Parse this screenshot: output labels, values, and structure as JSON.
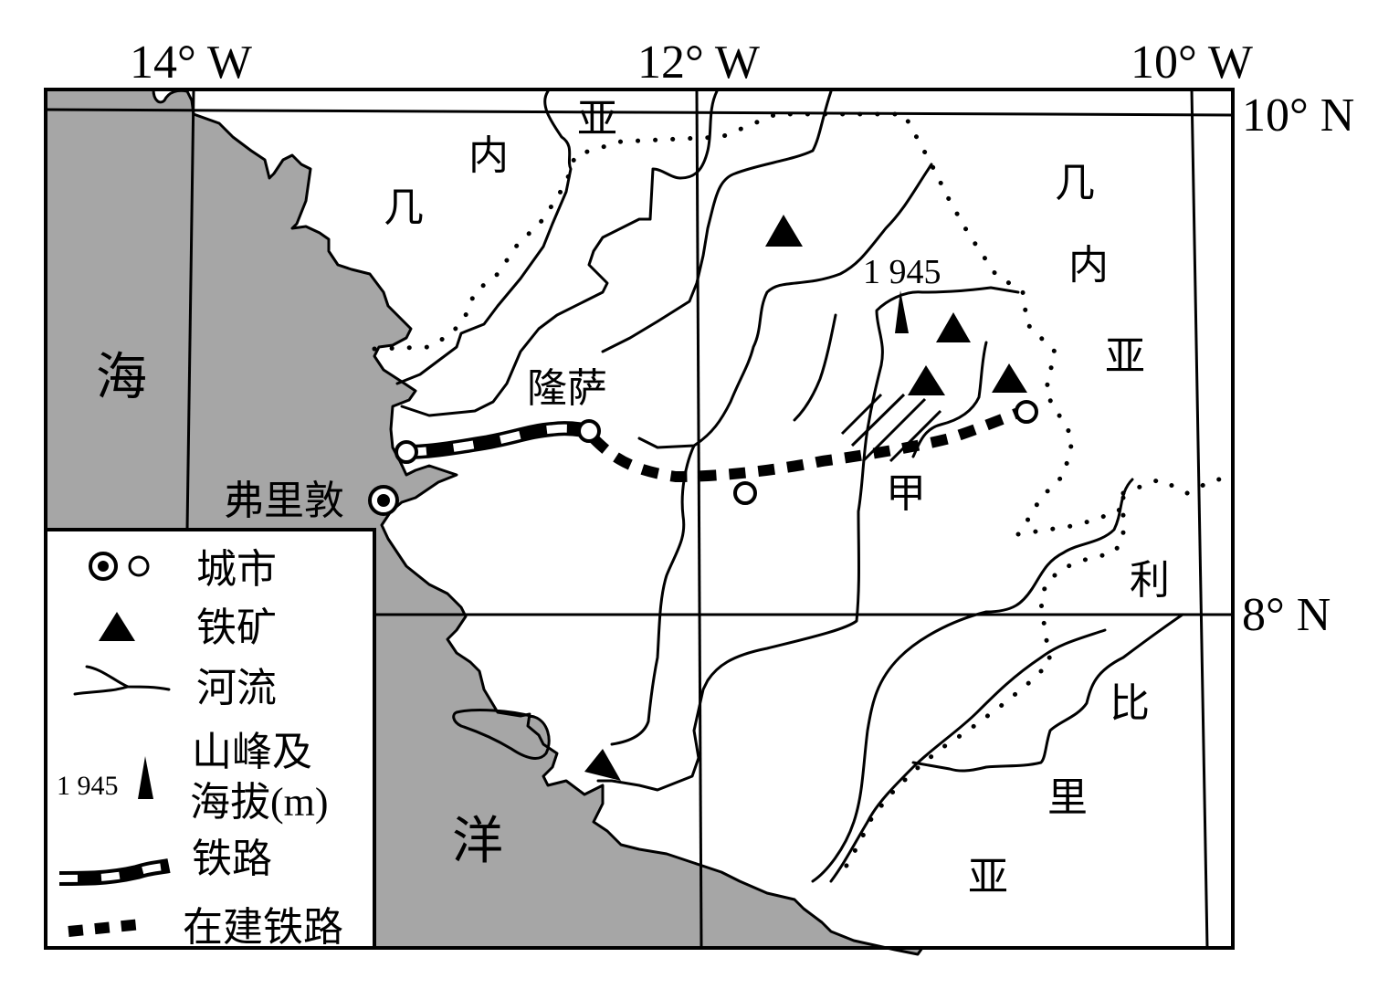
{
  "map": {
    "colors": {
      "sea": "#a6a6a6",
      "land": "#ffffff",
      "ink": "#000000"
    },
    "longitude_labels": [
      "14° W",
      "12° W",
      "10° W"
    ],
    "latitude_labels": [
      "10° N",
      "8° N"
    ],
    "sea_labels": {
      "hai": "海",
      "yang": "洋"
    },
    "country_labels": {
      "guinea_west": [
        "几",
        "内",
        "亚"
      ],
      "guinea_east": [
        "几",
        "内",
        "亚"
      ],
      "liberia": [
        "利",
        "比",
        "里",
        "亚"
      ]
    },
    "city_labels": {
      "freetown": "弗里敦",
      "lunsar": "隆萨"
    },
    "area_label": "甲",
    "peak_elevation": "1 945"
  },
  "legend": {
    "items": [
      {
        "symbol": "city-symbol",
        "label": "城市"
      },
      {
        "symbol": "iron-mine-symbol",
        "label": "铁矿"
      },
      {
        "symbol": "river-symbol",
        "label": "河流"
      },
      {
        "symbol": "peak-symbol",
        "label_line1": "山峰及",
        "label_line2": "海拔(m)",
        "sample_value": "1 945"
      },
      {
        "symbol": "railway-symbol",
        "label": "铁路"
      },
      {
        "symbol": "railway-under-construction-symbol",
        "label": "在建铁路"
      }
    ]
  }
}
